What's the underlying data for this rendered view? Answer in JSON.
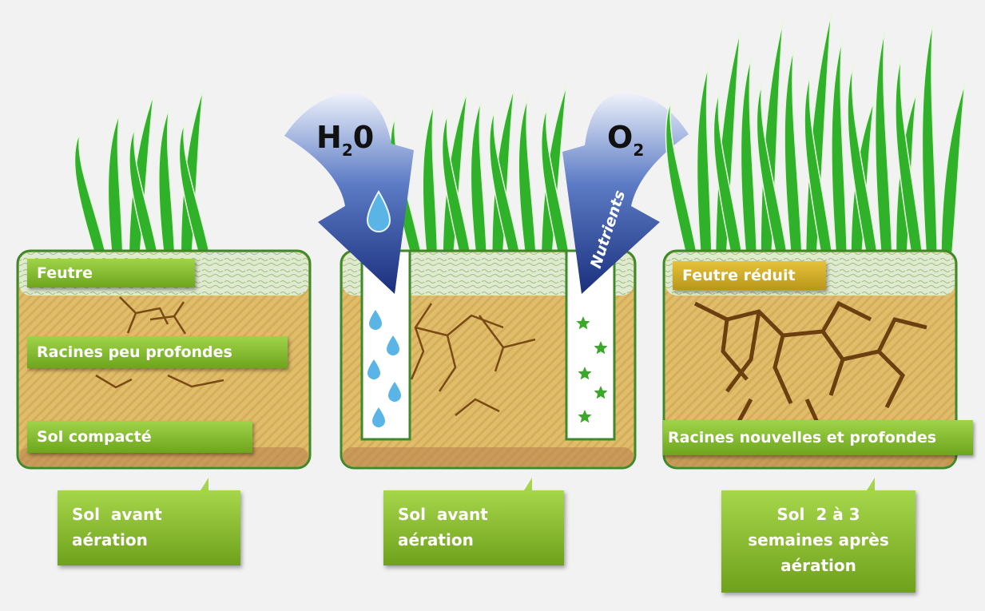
{
  "panels": [
    {
      "labels": {
        "felt": "Feutre",
        "roots": "Racines peu profondes",
        "soil": "Sol compacté"
      },
      "caption_lines": [
        "Sol  avant",
        "aération"
      ]
    },
    {
      "arrows": {
        "water_line1": "H",
        "water_sub": "2",
        "water_line2": "0",
        "oxygen_line": "O",
        "oxygen_sub": "2",
        "nutrients": "Nutrients"
      },
      "caption_lines": [
        "Sol  avant",
        "aération"
      ]
    },
    {
      "labels": {
        "felt": "Feutre réduit",
        "roots": "Racines nouvelles et profondes"
      },
      "caption_lines": [
        "Sol  2 à 3",
        "semaines après",
        "aération"
      ]
    }
  ],
  "colors": {
    "soil": "#e3c06d",
    "felt": "#d9e7c4",
    "grass": "#2fb12a",
    "border": "#3d8a2a",
    "arrow": "#1f3b8c",
    "water_drop": "#5ab4e6",
    "nutrient_star": "#3aa828",
    "crack": "#7a4a15",
    "label_bg": "#86bf32"
  },
  "icons": [
    "water-drop-icon",
    "star-icon"
  ]
}
